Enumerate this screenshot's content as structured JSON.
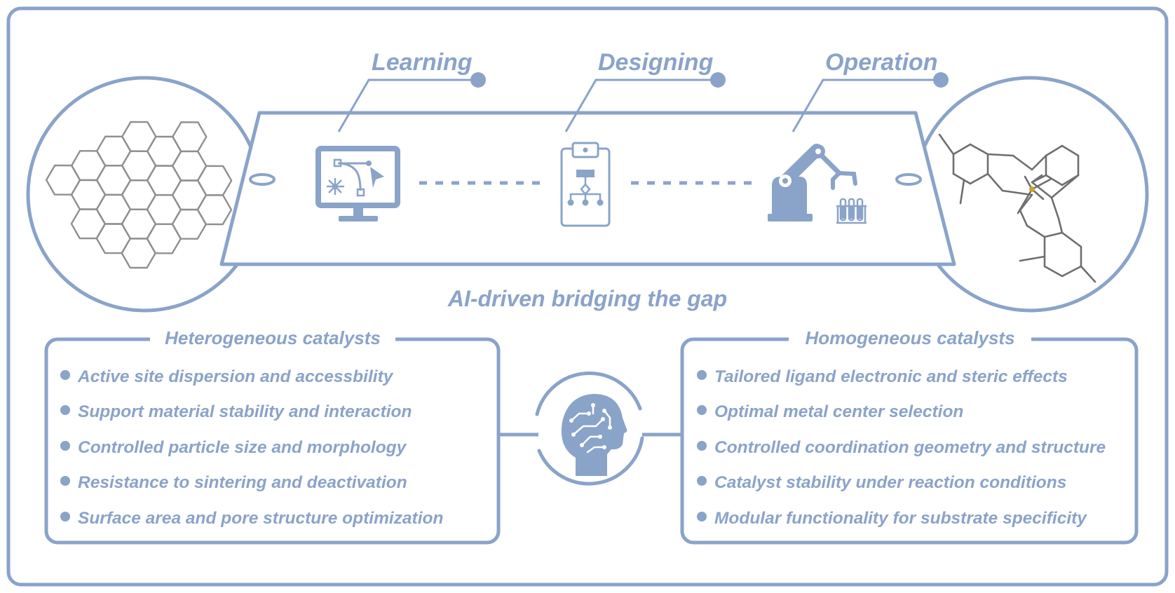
{
  "stages": [
    {
      "label": "Learning",
      "icon": "monitor-bezier-icon"
    },
    {
      "label": "Designing",
      "icon": "clipboard-flowchart-icon"
    },
    {
      "label": "Operation",
      "icon": "robot-arm-icon"
    }
  ],
  "banner": "AI-driven bridging the gap",
  "left_panel": {
    "title": "Heterogeneous catalysts",
    "illustration": "hexagonal-lattice-icon",
    "items": [
      "Active site dispersion and accessbility",
      "Support material  stability and interaction",
      "Controlled particle size and morphology",
      "Resistance to sintering and deactivation",
      "Surface area and pore structure optimization"
    ]
  },
  "right_panel": {
    "title": "Homogeneous catalysts",
    "illustration": "metal-complex-molecule-icon",
    "items": [
      "Tailored ligand electronic and steric effects",
      "Optimal metal center selection",
      "Controlled coordination geometry and structure",
      "Catalyst stability under reaction conditions",
      "Modular functionality for substrate specificity"
    ]
  },
  "center_icon": "ai-brain-head-icon",
  "colors": {
    "accent": "#8AA3C9",
    "lattice": "#8f8f8f",
    "molecule": "#6e6e6e",
    "metal_center": "#C9A227"
  }
}
